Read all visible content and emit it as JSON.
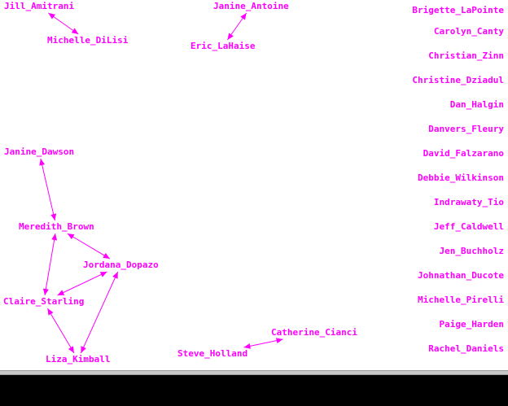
{
  "colors": {
    "node": "#ff00ff",
    "edge": "#ff00ff",
    "background": "#ffffff",
    "bottom_bar": "#000000"
  },
  "nodes": [
    {
      "id": "jill",
      "label": "Jill_Amitrani"
    },
    {
      "id": "michelle_d",
      "label": "Michelle_DiLisi"
    },
    {
      "id": "janine_a",
      "label": "Janine_Antoine"
    },
    {
      "id": "eric",
      "label": "Eric_LaHaise"
    },
    {
      "id": "janine_d",
      "label": "Janine_Dawson"
    },
    {
      "id": "meredith",
      "label": "Meredith_Brown"
    },
    {
      "id": "jordana",
      "label": "Jordana_Dopazo"
    },
    {
      "id": "claire",
      "label": "Claire_Starling"
    },
    {
      "id": "liza",
      "label": "Liza_Kimball"
    },
    {
      "id": "catherine",
      "label": "Catherine_Cianci"
    },
    {
      "id": "steve",
      "label": "Steve_Holland"
    },
    {
      "id": "brigette",
      "label": "Brigette_LaPointe"
    },
    {
      "id": "carolyn",
      "label": "Carolyn_Canty"
    },
    {
      "id": "christian",
      "label": "Christian_Zinn"
    },
    {
      "id": "christine",
      "label": "Christine_Dziadul"
    },
    {
      "id": "dan",
      "label": "Dan_Halgin"
    },
    {
      "id": "danvers",
      "label": "Danvers_Fleury"
    },
    {
      "id": "david",
      "label": "David_Falzarano"
    },
    {
      "id": "debbie",
      "label": "Debbie_Wilkinson"
    },
    {
      "id": "indrawaty",
      "label": "Indrawaty_Tio"
    },
    {
      "id": "jeff",
      "label": "Jeff_Caldwell"
    },
    {
      "id": "jen",
      "label": "Jen_Buchholz"
    },
    {
      "id": "johnathan",
      "label": "Johnathan_Ducote"
    },
    {
      "id": "michelle_p",
      "label": "Michelle_Pirelli"
    },
    {
      "id": "paige",
      "label": "Paige_Harden"
    },
    {
      "id": "rachel",
      "label": "Rachel_Daniels"
    }
  ],
  "edges": [
    [
      "jill",
      "michelle_d"
    ],
    [
      "janine_a",
      "eric"
    ],
    [
      "janine_d",
      "meredith"
    ],
    [
      "meredith",
      "jordana"
    ],
    [
      "meredith",
      "claire"
    ],
    [
      "jordana",
      "claire"
    ],
    [
      "jordana",
      "liza"
    ],
    [
      "claire",
      "liza"
    ],
    [
      "catherine",
      "steve"
    ]
  ]
}
